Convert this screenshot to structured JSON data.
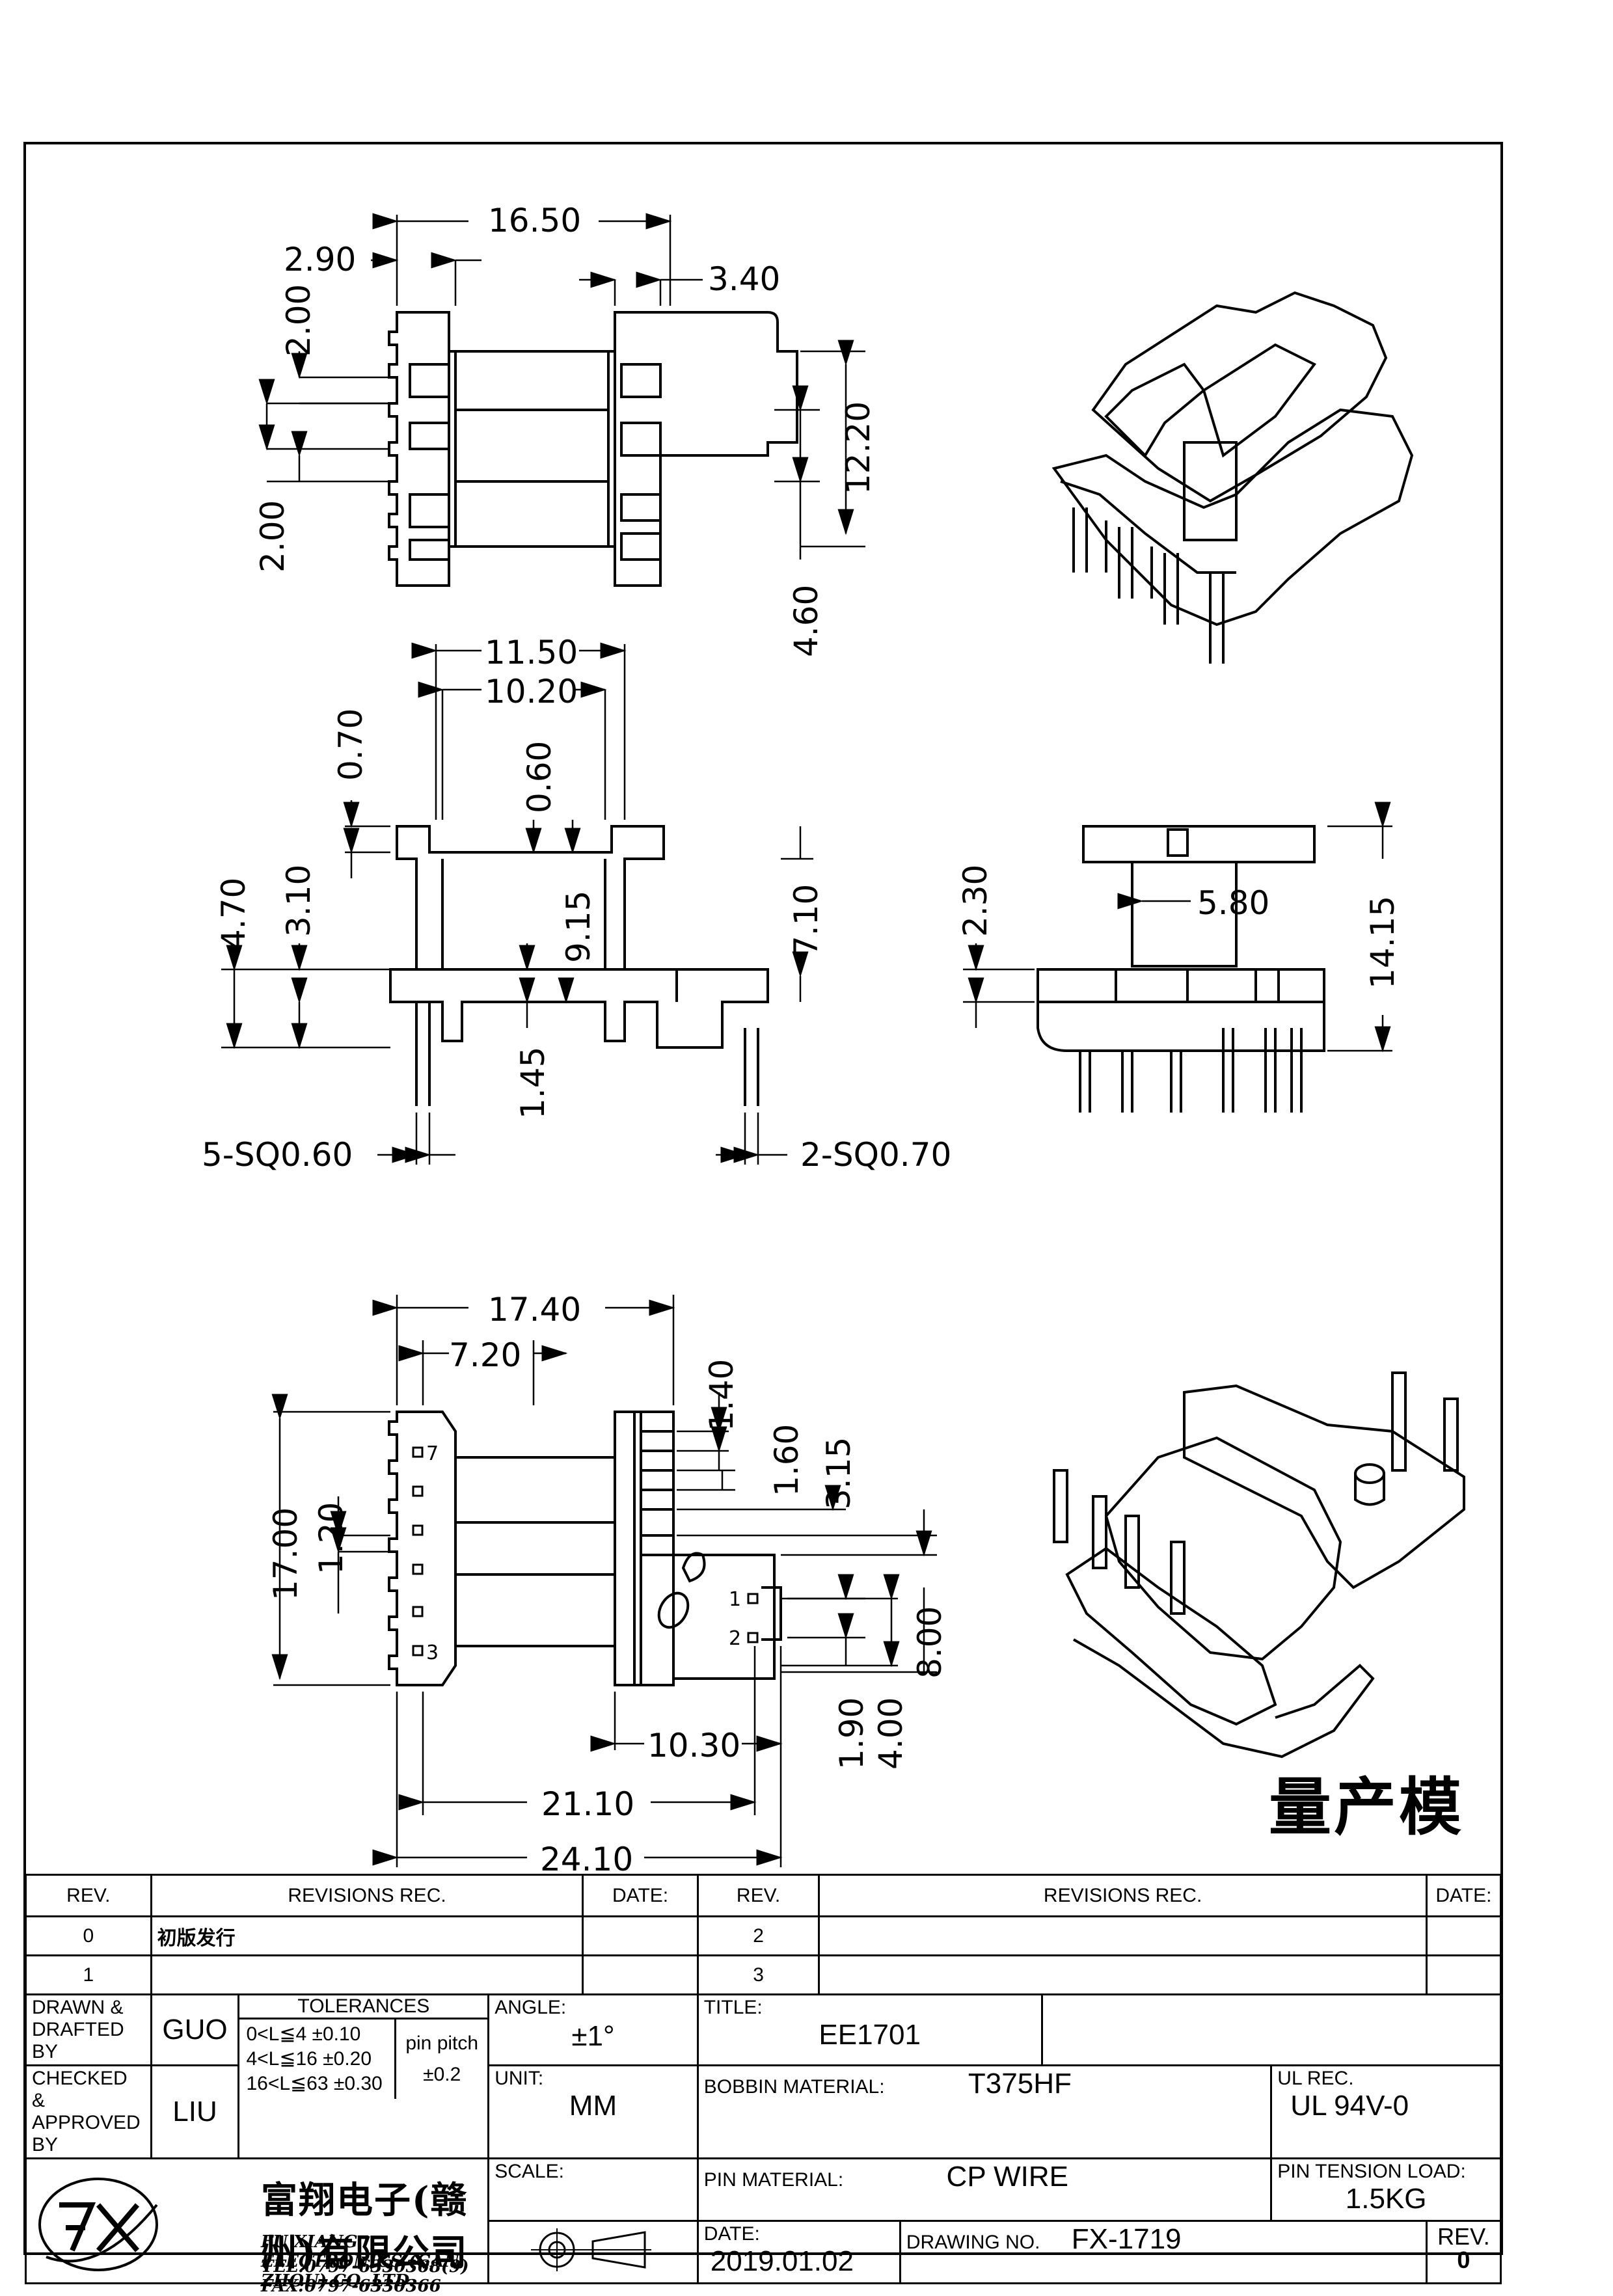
{
  "drawing": {
    "top_view": {
      "dims": [
        "16.50",
        "2.90",
        "3.40",
        "2.00",
        "12.20",
        "2.00",
        "4.60"
      ]
    },
    "front_view": {
      "dims": [
        "11.50",
        "10.20",
        "0.70",
        "0.60",
        "4.70",
        "3.10",
        "9.15",
        "7.10",
        "1.45"
      ],
      "pin_callouts": [
        "5-SQ0.60",
        "2-SQ0.70"
      ]
    },
    "side_view": {
      "dims": [
        "2.30",
        "5.80",
        "14.15"
      ]
    },
    "bottom_view": {
      "dims": [
        "17.40",
        "7.20",
        "1.40",
        "1.60",
        "3.15",
        "17.00",
        "1.20",
        "8.00",
        "10.30",
        "1.90",
        "4.00",
        "21.10",
        "24.10"
      ],
      "pin_numbers": [
        "7",
        "3",
        "1",
        "2"
      ]
    },
    "status_stamp": "量产模"
  },
  "title_block": {
    "rev_header": "REV.",
    "revisions_header": "REVISIONS   REC.",
    "date_header": "DATE:",
    "rows": [
      {
        "rev": "0",
        "text": "初版发行",
        "rev2": "2"
      },
      {
        "rev": "1",
        "text": "",
        "rev2": "3"
      }
    ],
    "drawn_label": "DRAWN &\nDRAFTED BY",
    "drawn_value": "GUO",
    "checked_label": "CHECKED &\nAPPROVED BY",
    "checked_value": "LIU",
    "tolerances_title": "TOLERANCES",
    "tol_lines": [
      "0<L≦4   ±0.10",
      "4<L≦16  ±0.20",
      "16<L≦63  ±0.30"
    ],
    "pin_pitch_label": "pin  pitch",
    "pin_pitch_value": "±0.2",
    "angle_label": "ANGLE:",
    "angle_value": "±1°",
    "unit_label": "UNIT:",
    "unit_value": "MM",
    "scale_label": "SCALE:",
    "title_label": "TITLE:",
    "title_value": "EE1701",
    "bobbin_label": "BOBBIN  MATERIAL:",
    "bobbin_value": "T375HF",
    "ul_label": "UL  REC.",
    "ul_value": "UL  94V-0",
    "pin_mat_label": "PIN  MATERIAL:",
    "pin_mat_value": "CP  WIRE",
    "tension_label": "PIN  TENSION  LOAD:",
    "tension_value": "1.5KG",
    "date_label": "DATE:",
    "date_value": "2019.01.02",
    "drawing_no_label": "DRAWING  NO.",
    "drawing_no_value": "FX-1719",
    "rev_label": "REV.",
    "rev_value": "0",
    "company_cn": "富翔电子(赣州)有限公司",
    "company_en": "FU XIANG ELECTRONICS (GAN ZHOU) CO.,LTD.",
    "company_tel": "TEL:0797-6330368(9)     FAX:0797-6330366"
  }
}
